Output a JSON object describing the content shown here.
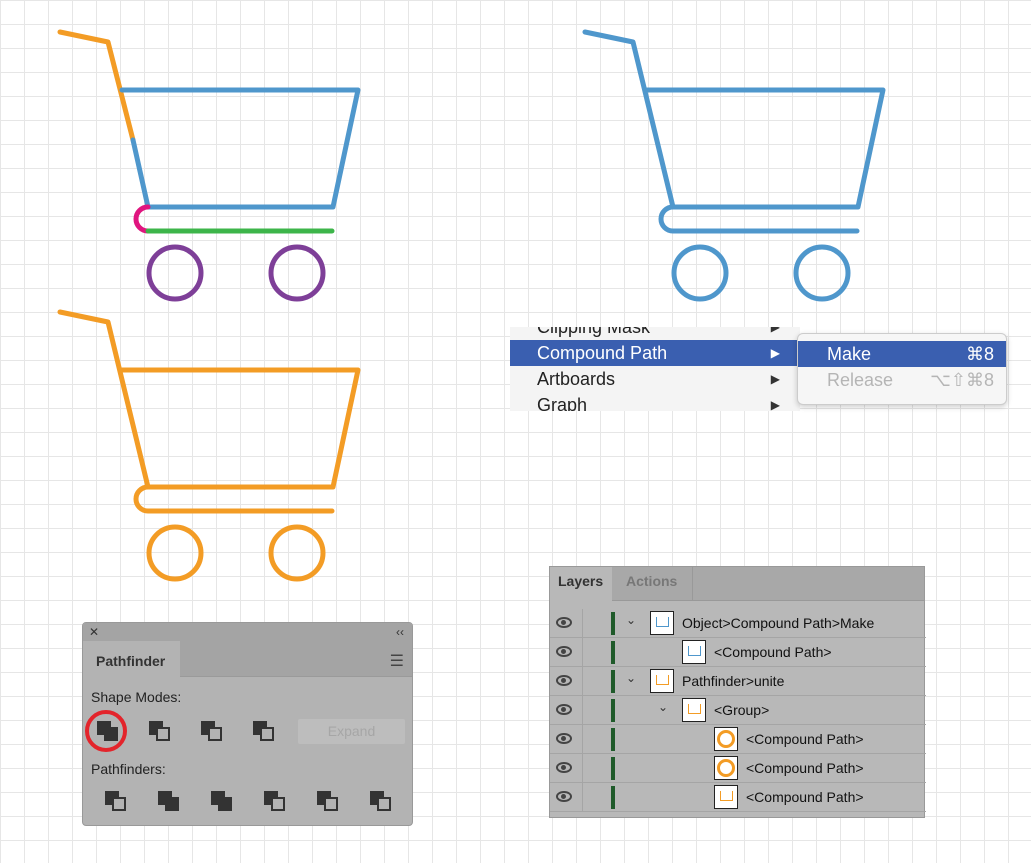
{
  "colors": {
    "blue": "#4f97cc",
    "orange": "#f39c25",
    "pink": "#e0157f",
    "green": "#3db54a",
    "purple": "#7e3f98",
    "menu_highlight": "#3a5fb0",
    "selection_ring": "#e3242b"
  },
  "menu": {
    "items": [
      {
        "label": "Clipping Mask"
      },
      {
        "label": "Compound Path"
      },
      {
        "label": "Artboards"
      },
      {
        "label": "Graph"
      }
    ],
    "submenu": [
      {
        "label": "Make",
        "shortcut": "⌘8"
      },
      {
        "label": "Release",
        "shortcut": "⌥⇧⌘8"
      }
    ]
  },
  "layers": {
    "tabs": [
      "Layers",
      "Actions"
    ],
    "rows": [
      {
        "label": "Object>Compound Path>Make"
      },
      {
        "label": "<Compound Path>"
      },
      {
        "label": "Pathfinder>unite"
      },
      {
        "label": "<Group>"
      },
      {
        "label": "<Compound Path>"
      },
      {
        "label": "<Compound Path>"
      },
      {
        "label": "<Compound Path>"
      }
    ]
  },
  "pathfinder": {
    "close": "✕",
    "collapse": "‹‹",
    "tab": "Pathfinder",
    "shape_modes_label": "Shape Modes:",
    "pathfinders_label": "Pathfinders:",
    "expand_label": "Expand",
    "shape_modes": [
      "unite",
      "minus-front",
      "intersect",
      "exclude"
    ],
    "pathfinders": [
      "divide",
      "trim",
      "merge",
      "crop",
      "outline",
      "minus-back"
    ]
  }
}
